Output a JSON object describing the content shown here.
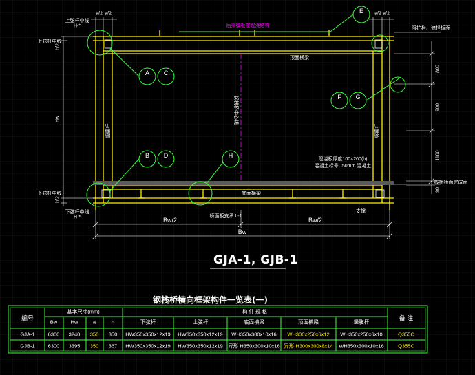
{
  "drawing": {
    "title": "GJA-1, GJB-1",
    "top_note": "后梁模板按现浇结构",
    "right_note_top": "限护栏、遮栏板面",
    "right_note_bottom": "栈桥桥面完成面",
    "top_beam": "顶面横梁",
    "bottom_beam": "底面横梁",
    "column_left": "竖腹杆",
    "column_right": "竖腹杆",
    "center_axis": "钢栈桥中心线",
    "slab_note_1": "现浇板厚度100×200(h)",
    "slab_note_2": "混凝土标号C50mm 混凝土",
    "bottom_beam_label": "桥面板支承 L-1",
    "brace_label": "支撑",
    "chord_top": "上弦杆中线",
    "chord_bottom": "下弦杆中线",
    "h_label_top": "H-*",
    "h_label_bottom": "H-*",
    "hw": "Hw",
    "half_top": "h/2",
    "a_half_left": "a/2",
    "a_half_right": "a/2",
    "bw_half_left": "Bw/2",
    "bw_half_right": "Bw/2",
    "bw": "Bw",
    "dims_right": [
      "800",
      "900",
      "1100",
      "90"
    ],
    "callouts": [
      {
        "letters": [
          "A",
          "C"
        ]
      },
      {
        "letters": [
          "F",
          "G"
        ]
      },
      {
        "letters": [
          "B",
          "D"
        ]
      },
      {
        "letters": [
          "H"
        ]
      },
      {
        "letters": [
          "E"
        ]
      }
    ]
  },
  "table": {
    "title": "钢栈桥横向框架构件一览表(一)",
    "headers": {
      "id": "编号",
      "basic": "基本尺寸(mm)",
      "members": "构 件 规 格",
      "remark": "备 注",
      "sub": [
        "Bw",
        "Hw",
        "a",
        "h",
        "下弦杆",
        "上弦杆",
        "底面横梁",
        "顶面横梁",
        "竖腹杆"
      ]
    },
    "rows": [
      {
        "id": "GJA-1",
        "bw": "6300",
        "hw": "3240",
        "a": "350",
        "h": "350",
        "bottom_chord": "HW350x350x12x19",
        "top_chord": "HW350x350x12x19",
        "bottom_beam": "WH350x300x10x16",
        "top_beam": "WH300x250x6x12",
        "vertical": "WH350x250x6x10",
        "remark": "Q355C"
      },
      {
        "id": "GJB-1",
        "bw": "6300",
        "hw": "3395",
        "a": "350",
        "h": "367",
        "bottom_chord": "HW350x350x12x19",
        "top_chord": "HW350x350x12x19",
        "bottom_beam": "异形 H350x300x10x16",
        "top_beam": "异形 H300x300x8x14",
        "vertical": "WH350x300x10x16",
        "remark": "Q355C"
      }
    ]
  }
}
